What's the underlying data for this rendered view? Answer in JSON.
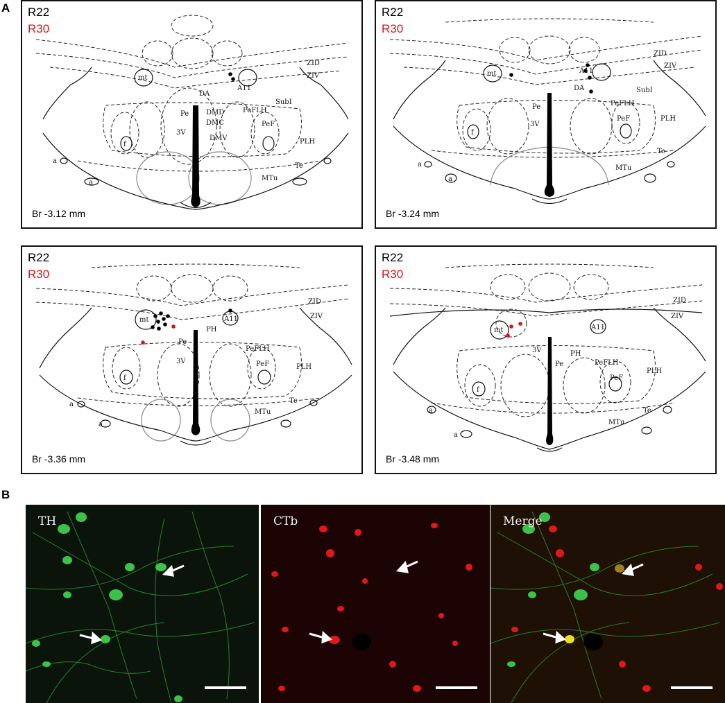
{
  "figure": {
    "panel_a_letter": "A",
    "panel_b_letter": "B",
    "atlas_panels": [
      {
        "series_labels": [
          "R22",
          "R30"
        ],
        "bregma": "Br -3.12 mm",
        "region_labels": [
          "mt",
          "A11",
          "ZID",
          "ZIV",
          "SubI",
          "DA",
          "Pe",
          "DMD",
          "DMC",
          "DMV",
          "3V",
          "PeFLH",
          "PeF",
          "PLH",
          "f",
          "a",
          "a",
          "MTu",
          "Te"
        ]
      },
      {
        "series_labels": [
          "R22",
          "R30"
        ],
        "bregma": "Br -3.24 mm",
        "region_labels": [
          "mt",
          "A11",
          "ZID",
          "ZIV",
          "DA",
          "SubI",
          "Pe",
          "3V",
          "PeFLH",
          "PeF",
          "PLH",
          "f",
          "a",
          "a",
          "MTu",
          "Te"
        ]
      },
      {
        "series_labels": [
          "R22",
          "R30"
        ],
        "bregma": "Br -3.36 mm",
        "region_labels": [
          "mt",
          "A11",
          "ZID",
          "ZIV",
          "PH",
          "Pe",
          "3V",
          "PeFLH",
          "PeF",
          "PLH",
          "f",
          "a",
          "a",
          "MTu",
          "Te"
        ]
      },
      {
        "series_labels": [
          "R22",
          "R30"
        ],
        "bregma": "Br -3.48 mm",
        "region_labels": [
          "mt",
          "A11",
          "ZID",
          "ZIV",
          "3V",
          "Pe",
          "PH",
          "PeFLH",
          "PeF",
          "PLH",
          "f",
          "a",
          "a",
          "MTu",
          "Te"
        ]
      }
    ],
    "micrographs": [
      {
        "label": "TH"
      },
      {
        "label": "CTb"
      },
      {
        "label": "Merge"
      }
    ],
    "colors": {
      "r22": "#000000",
      "r30": "#e01010",
      "th": "#3cc24a",
      "ctb": "#e01818",
      "merge": "#e6e020"
    }
  }
}
